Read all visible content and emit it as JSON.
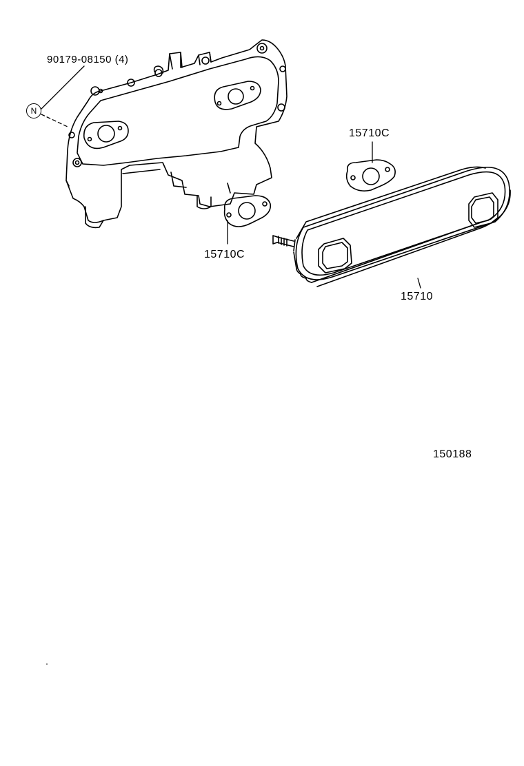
{
  "labels": {
    "bolt": "90179-08150 (4)",
    "bolt_note": "N",
    "gasket_top": "15710C",
    "gasket_left": "15710C",
    "cooler": "15710",
    "figure_number": "150188"
  }
}
